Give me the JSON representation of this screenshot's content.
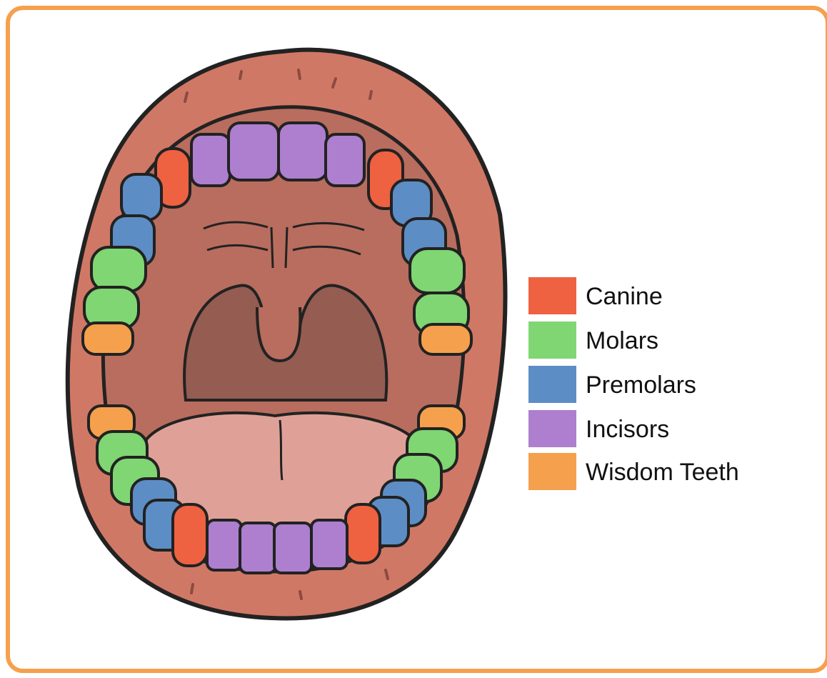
{
  "colors": {
    "canine": "#ee6141",
    "molars": "#7fd672",
    "premolars": "#5d8dc5",
    "incisors": "#ad7fce",
    "wisdom_teeth": "#f5a04c",
    "frame": "#f6a04d",
    "lip": "#d07866",
    "gum": "#c76b5c",
    "palate": "#b86d5e",
    "throat": "#955c51",
    "tongue": "#dfa197"
  },
  "legend": [
    {
      "label": "Canine",
      "color": "#ee6141"
    },
    {
      "label": "Molars",
      "color": "#7fd672"
    },
    {
      "label": "Premolars",
      "color": "#5d8dc5"
    },
    {
      "label": "Incisors",
      "color": "#ad7fce"
    },
    {
      "label": "Wisdom Teeth",
      "color": "#f5a04c"
    }
  ]
}
